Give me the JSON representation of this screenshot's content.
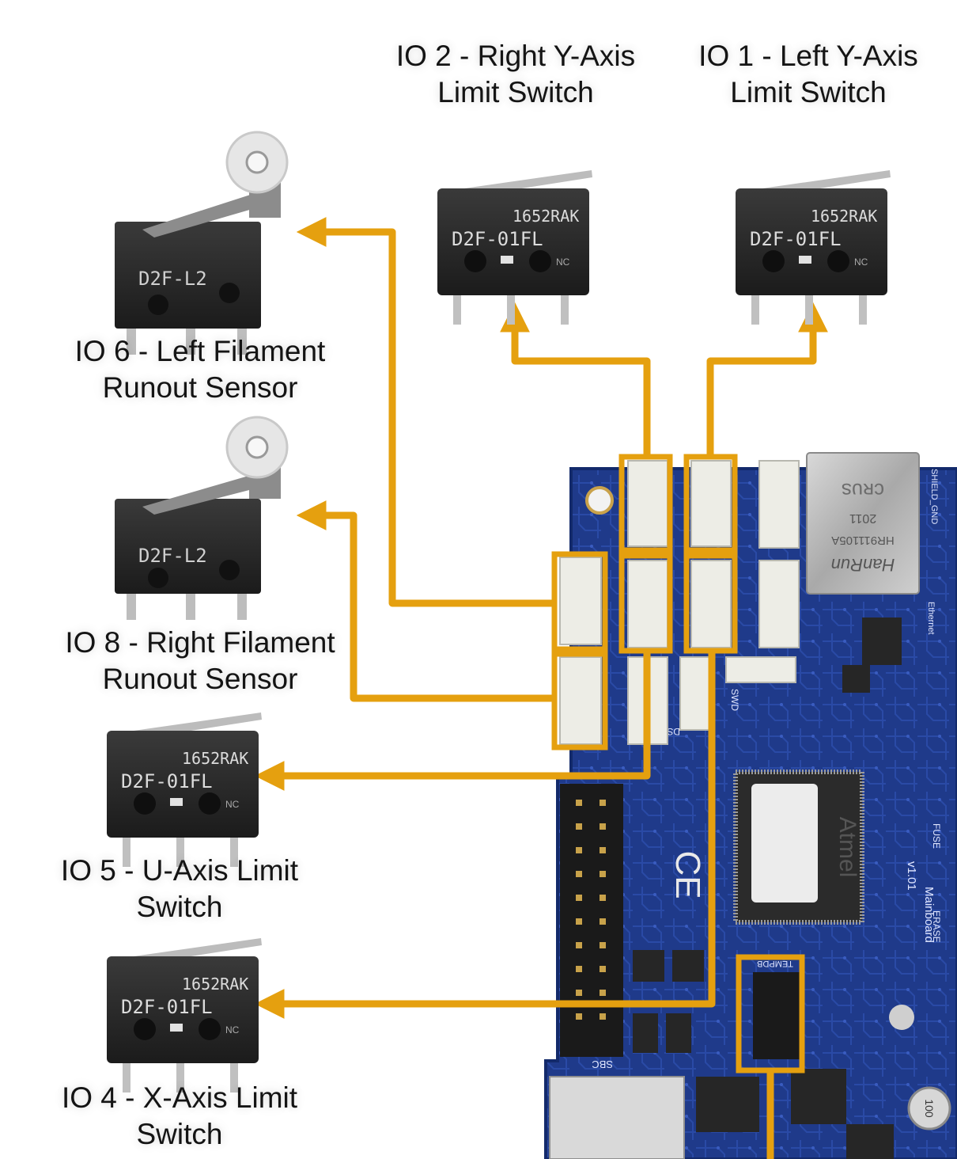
{
  "labels": {
    "io2": {
      "line1": "IO 2 - Right Y-Axis",
      "line2": "Limit Switch"
    },
    "io1": {
      "line1": "IO 1 - Left Y-Axis",
      "line2": "Limit Switch"
    },
    "io6": {
      "line1": "IO 6 - Left Filament",
      "line2": "Runout Sensor"
    },
    "io8": {
      "line1": "IO 8 - Right Filament",
      "line2": "Runout Sensor"
    },
    "io5": {
      "line1": "IO 5 - U-Axis Limit",
      "line2": "Switch"
    },
    "io4": {
      "line1": "IO 4 - X-Axis Limit",
      "line2": "Switch"
    }
  },
  "switch_markings": {
    "roller": "D2F-L2",
    "lever_model": "D2F-01FL",
    "lever_code": "1652RAK",
    "nc_mark": "NC"
  },
  "board_markings": {
    "chip": "Atmel",
    "ce": "CE",
    "ethernet_brand": "HanRun",
    "ethernet_year": "2011",
    "ethernet_part": "HR911105A",
    "header_temp": "TEMPDB",
    "silk_version": "v1.01",
    "silk_mainboard": "Mainboard",
    "silk_erase": "ERASE",
    "silk_fuse": "FUSE",
    "silk_shield": "SHIELD_GND",
    "silk_ethernet": "Ethernet",
    "silk_sbc": "SBC",
    "silk_led": "DS LED",
    "silk_swd": "SWD",
    "inductor": "100"
  },
  "colors": {
    "arrow": "#E5A00F",
    "pcb": "#1F3A8A",
    "pcb_dark": "#14286A",
    "connector": "#EDEDE6",
    "switch_body": "#2A2A2A"
  }
}
